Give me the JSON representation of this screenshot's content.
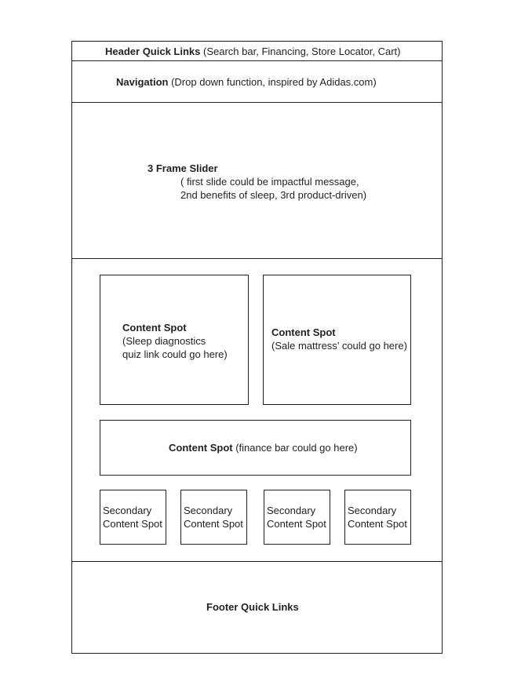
{
  "header": {
    "title": "Header Quick Links",
    "detail": "(Search bar, Financing, Store Locator, Cart)"
  },
  "navigation": {
    "title": "Navigation",
    "detail": "(Drop down function, inspired by Adidas.com)"
  },
  "slider": {
    "title": "3 Frame Slider",
    "line1": "( first slide could be impactful message,",
    "line2": "2nd benefits of sleep, 3rd product-driven)"
  },
  "content_spots": [
    {
      "title": "Content Spot",
      "line1": "(Sleep diagnostics",
      "line2": "quiz link could go here)"
    },
    {
      "title": "Content Spot",
      "line1": "(Sale mattress’ could go here)"
    }
  ],
  "finance_spot": {
    "title": "Content Spot",
    "detail": "(finance bar could go here)"
  },
  "secondary_spots": [
    {
      "line1": "Secondary",
      "line2": "Content Spot"
    },
    {
      "line1": "Secondary",
      "line2": "Content Spot"
    },
    {
      "line1": "Secondary",
      "line2": "Content Spot"
    },
    {
      "line1": "Secondary",
      "line2": "Content Spot"
    }
  ],
  "footer": {
    "title": "Footer Quick Links"
  }
}
